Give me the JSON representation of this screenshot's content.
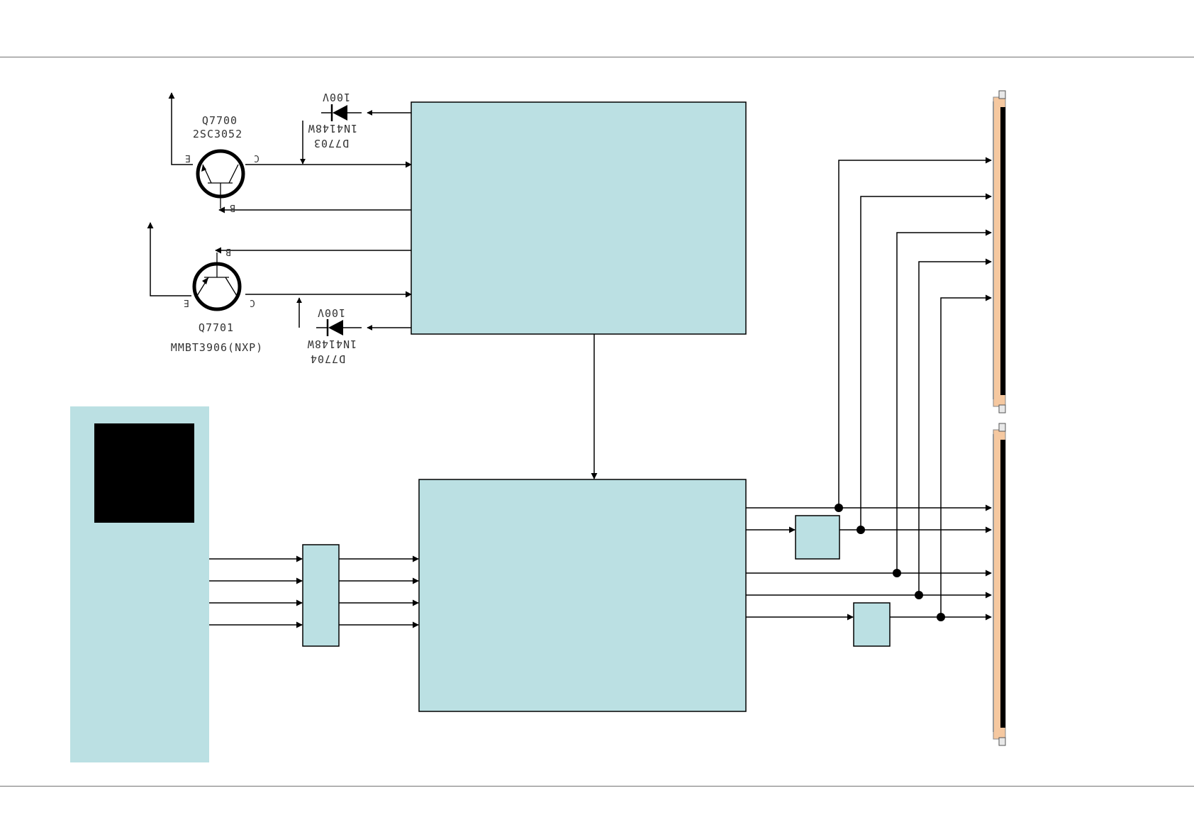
{
  "transistors": {
    "q7700": {
      "ref": "Q7700",
      "part": "2SC3052",
      "pin_e": "E",
      "pin_c": "C",
      "pin_b": "B"
    },
    "q7701": {
      "ref": "Q7701",
      "part": "MMBT3906(NXP)",
      "pin_e": "E",
      "pin_c": "C",
      "pin_b": "B"
    }
  },
  "diodes": {
    "d7703": {
      "voltage": "100V",
      "part": "1N4148W",
      "ref": "D7703"
    },
    "d7704": {
      "voltage": "100V",
      "part": "1N4148W",
      "ref": "D7704"
    }
  },
  "colors": {
    "block_fill": "#bbe0e3",
    "line": "#000000",
    "panel_edge": "#f5c8a0"
  }
}
